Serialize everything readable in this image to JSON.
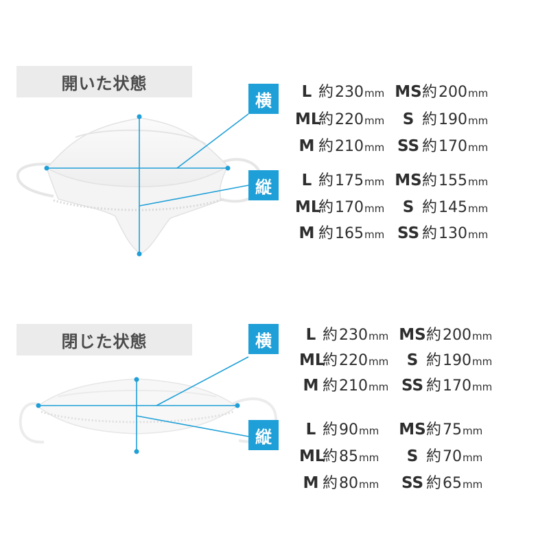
{
  "colors": {
    "accent": "#1e9fd7",
    "label_bg": "#ebebeb",
    "text": "#2e2e2e"
  },
  "open": {
    "title": "開いた状態",
    "width_badge": "横",
    "height_badge": "縦",
    "width_rows": [
      {
        "left": {
          "size": "L",
          "prefix": "約",
          "value": "230",
          "unit": "mm"
        },
        "right": {
          "size": "MS",
          "prefix": "約",
          "value": "200",
          "unit": "mm"
        }
      },
      {
        "left": {
          "size": "ML",
          "prefix": "約",
          "value": "220",
          "unit": "mm"
        },
        "right": {
          "size": "S",
          "prefix": "約",
          "value": "190",
          "unit": "mm"
        }
      },
      {
        "left": {
          "size": "M",
          "prefix": "約",
          "value": "210",
          "unit": "mm"
        },
        "right": {
          "size": "SS",
          "prefix": "約",
          "value": "170",
          "unit": "mm"
        }
      }
    ],
    "height_rows": [
      {
        "left": {
          "size": "L",
          "prefix": "約",
          "value": "175",
          "unit": "mm"
        },
        "right": {
          "size": "MS",
          "prefix": "約",
          "value": "155",
          "unit": "mm"
        }
      },
      {
        "left": {
          "size": "ML",
          "prefix": "約",
          "value": "170",
          "unit": "mm"
        },
        "right": {
          "size": "S",
          "prefix": "約",
          "value": "145",
          "unit": "mm"
        }
      },
      {
        "left": {
          "size": "M",
          "prefix": "約",
          "value": "165",
          "unit": "mm"
        },
        "right": {
          "size": "SS",
          "prefix": "約",
          "value": "130",
          "unit": "mm"
        }
      }
    ]
  },
  "closed": {
    "title": "閉じた状態",
    "width_badge": "横",
    "height_badge": "縦",
    "width_rows": [
      {
        "left": {
          "size": "L",
          "prefix": "約",
          "value": "230",
          "unit": "mm"
        },
        "right": {
          "size": "MS",
          "prefix": "約",
          "value": "200",
          "unit": "mm"
        }
      },
      {
        "left": {
          "size": "ML",
          "prefix": "約",
          "value": "220",
          "unit": "mm"
        },
        "right": {
          "size": "S",
          "prefix": "約",
          "value": "190",
          "unit": "mm"
        }
      },
      {
        "left": {
          "size": "M",
          "prefix": "約",
          "value": "210",
          "unit": "mm"
        },
        "right": {
          "size": "SS",
          "prefix": "約",
          "value": "170",
          "unit": "mm"
        }
      }
    ],
    "height_rows": [
      {
        "left": {
          "size": "L",
          "prefix": "約",
          "value": "90",
          "unit": "mm"
        },
        "right": {
          "size": "MS",
          "prefix": "約",
          "value": "75",
          "unit": "mm"
        }
      },
      {
        "left": {
          "size": "ML",
          "prefix": "約",
          "value": "85",
          "unit": "mm"
        },
        "right": {
          "size": "S",
          "prefix": "約",
          "value": "70",
          "unit": "mm"
        }
      },
      {
        "left": {
          "size": "M",
          "prefix": "約",
          "value": "80",
          "unit": "mm"
        },
        "right": {
          "size": "SS",
          "prefix": "約",
          "value": "65",
          "unit": "mm"
        }
      }
    ]
  }
}
